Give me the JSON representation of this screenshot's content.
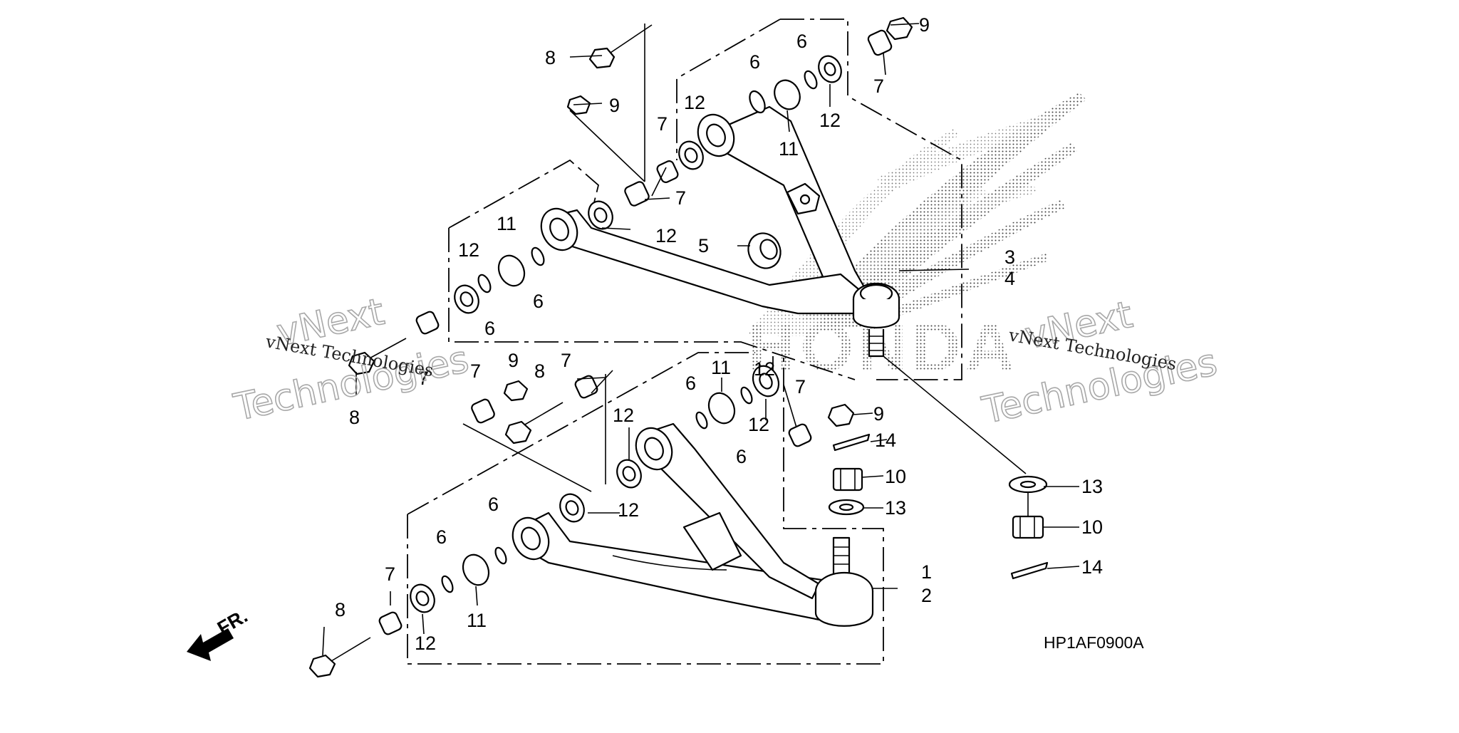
{
  "diagram": {
    "part_code": "HP1AF0900A",
    "direction_label": "FR.",
    "emblem_text": "HONDA",
    "watermark": {
      "line1": "vNext",
      "line2": "Technologies",
      "caption": "vNext Technologies"
    },
    "callouts": {
      "c1": "1",
      "c2": "2",
      "c3": "3",
      "c4": "4",
      "c5": "5",
      "c6a": "6",
      "c6b": "6",
      "c6c": "6",
      "c6d": "6",
      "c6e": "6",
      "c6f": "6",
      "c6g": "6",
      "c6h": "6",
      "c7a": "7",
      "c7b": "7",
      "c7c": "7",
      "c7d": "7",
      "c7e": "7",
      "c7f": "7",
      "c7g": "7",
      "c7h": "7",
      "c8a": "8",
      "c8b": "8",
      "c8c": "8",
      "c8d": "8",
      "c9a": "9",
      "c9b": "9",
      "c9c": "9",
      "c9d": "9",
      "c10a": "10",
      "c10b": "10",
      "c11a": "11",
      "c11b": "11",
      "c11c": "11",
      "c11d": "11",
      "c12a": "12",
      "c12b": "12",
      "c12c": "12",
      "c12d": "12",
      "c12e": "12",
      "c12f": "12",
      "c12g": "12",
      "c12h": "12",
      "c12i": "12",
      "c13a": "13",
      "c13b": "13",
      "c14a": "14",
      "c14b": "14"
    }
  }
}
